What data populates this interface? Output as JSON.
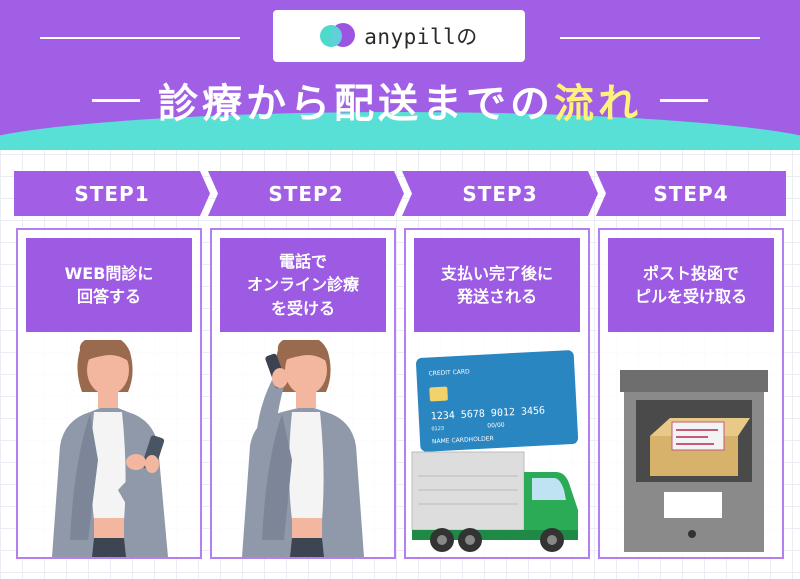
{
  "header": {
    "logo_text": "anypillの",
    "title_main": "診療から配送までの",
    "title_accent": "流れ"
  },
  "steps": [
    {
      "label": "STEP1",
      "line1": "WEB問診に",
      "line2": "回答する",
      "line3": ""
    },
    {
      "label": "STEP2",
      "line1": "電話で",
      "line2": "オンライン診療",
      "line3": "を受ける"
    },
    {
      "label": "STEP3",
      "line1": "支払い完了後に",
      "line2": "発送される",
      "line3": ""
    },
    {
      "label": "STEP4",
      "line1": "ポスト投函で",
      "line2": "ピルを受け取る",
      "line3": ""
    }
  ],
  "card": {
    "brand": "CREDIT CARD",
    "number": "1234  5678  9012  3456",
    "prefix": "0123",
    "expiry": "00/00",
    "holder": "NAME CARDHOLDER"
  },
  "colors": {
    "purple": "#a15fe6",
    "teal": "#59e0d6",
    "accent_yellow": "#fff27a"
  }
}
